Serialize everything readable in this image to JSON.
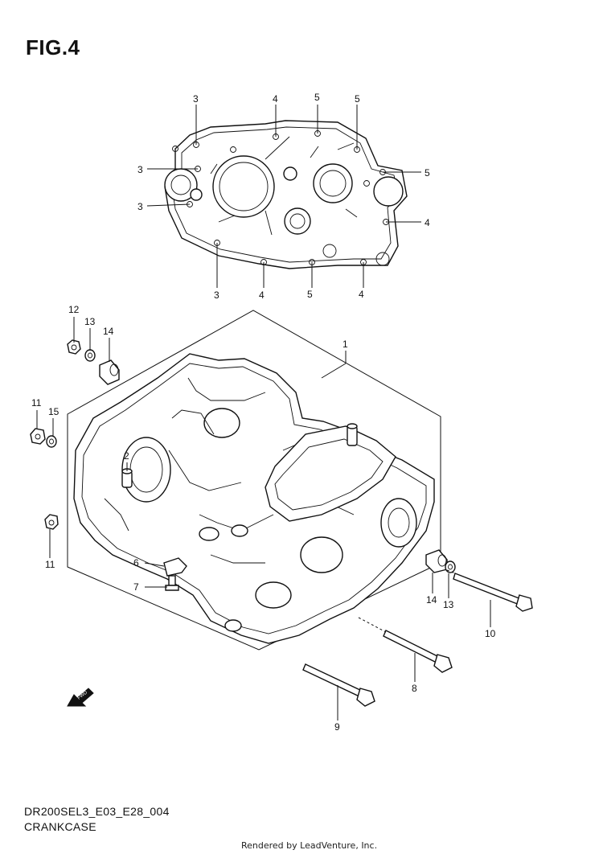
{
  "figure": {
    "title": "FIG.4",
    "drawing_code": "DR200SEL3_E03_E28_004",
    "caption": "CRANKCASE",
    "footer": "Rendered by LeadVenture, Inc."
  },
  "callouts": {
    "top_case": [
      "3",
      "4",
      "5",
      "5",
      "3",
      "5",
      "3",
      "4",
      "3",
      "4",
      "5",
      "4"
    ],
    "main": [
      "1",
      "2",
      "6",
      "7",
      "8",
      "9",
      "10",
      "11",
      "11",
      "12",
      "13",
      "13",
      "14",
      "14",
      "15"
    ]
  },
  "icons": [
    "crankcase-top-view",
    "crankcase-assembly",
    "bolt",
    "nut",
    "washer",
    "bushing",
    "fwd-arrow"
  ]
}
